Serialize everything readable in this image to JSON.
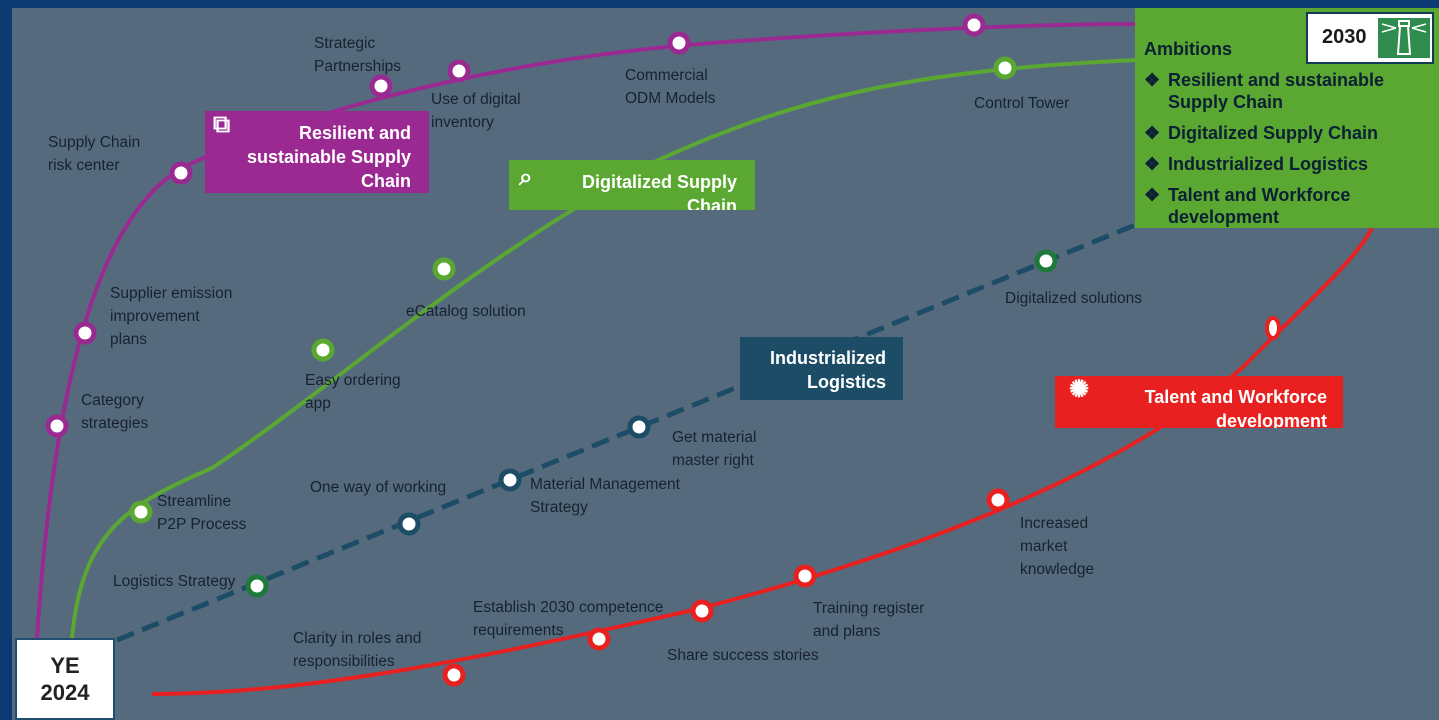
{
  "tracks": {
    "resilient": {
      "title": "Resilient and\nsustainable Supply\nChain",
      "color": "#9a2a92",
      "icon": "puzzle-icon"
    },
    "digital": {
      "title": "Digitalized Supply\nChain",
      "color": "#5aa832",
      "icon": "search-chart-icon"
    },
    "logistics": {
      "title": "Industrialized\nLogistics",
      "color": "#1d4d66"
    },
    "talent": {
      "title": "Talent and Workforce\ndevelopment",
      "color": "#e82020",
      "icon": "network-icon"
    }
  },
  "milestones": {
    "resilient": [
      "Category\nstrategies",
      "Supplier emission\nimprovement\nplans",
      "Supply Chain\nrisk center",
      "Strategic\nPartnerships",
      "Use of digital\ninventory",
      "Commercial\nODM Models"
    ],
    "digital": [
      "Streamline\nP2P Process",
      "Easy ordering\napp",
      "eCatalog solution",
      "Control Tower"
    ],
    "logistics": [
      "Logistics Strategy",
      "One way of working",
      "Material Management\nStrategy",
      "Get material\nmaster right",
      "Digitalized solutions"
    ],
    "talent": [
      "Clarity in roles and\nresponsibilities",
      "Establish 2030 competence\nrequirements",
      "Share success stories",
      "Training register\nand plans",
      "Increased\nmarket\nknowledge"
    ]
  },
  "start": {
    "label": "YE\n2024"
  },
  "ambitions": {
    "title": "Ambitions",
    "year": "2030",
    "year_icon": "lighthouse-icon",
    "bullet": "❖",
    "items": [
      "Resilient and sustainable\nSupply Chain",
      "Digitalized Supply Chain",
      "Industrialized Logistics",
      "Talent and Workforce\ndevelopment"
    ]
  }
}
